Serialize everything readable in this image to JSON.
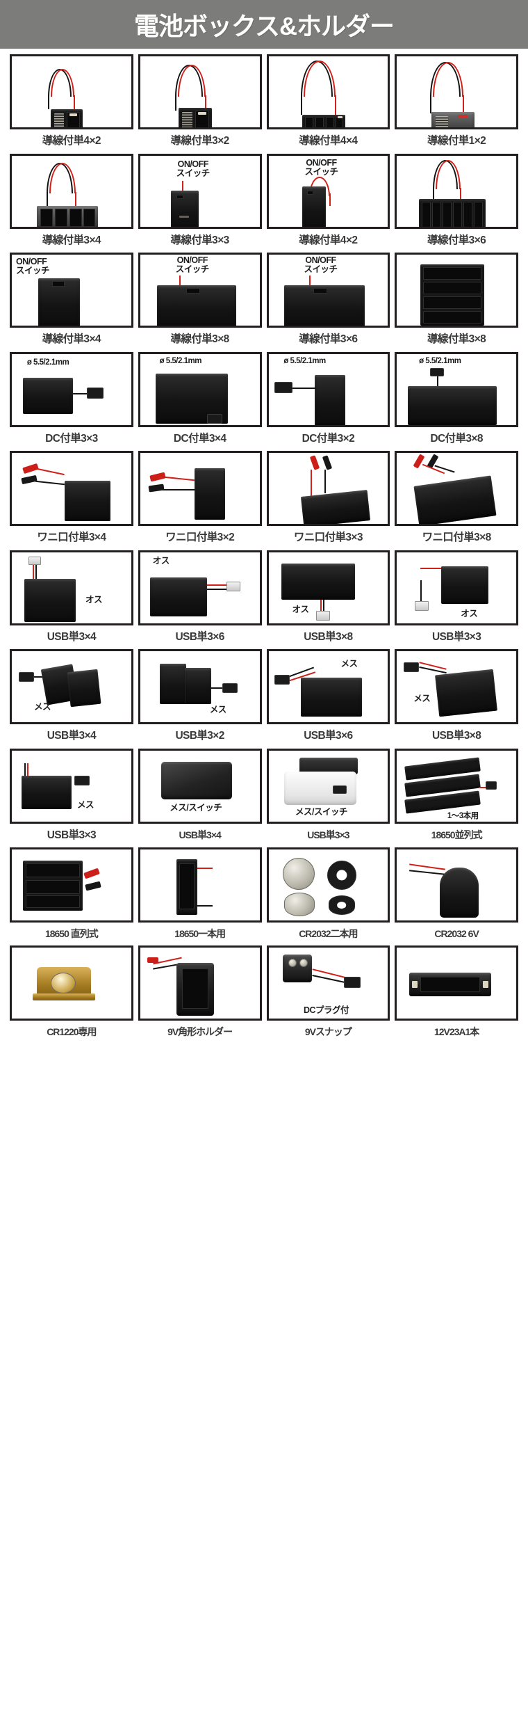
{
  "header": {
    "title": "電池ボックス&ホルダー",
    "background_color": "#7c7c7a",
    "text_color": "#ffffff"
  },
  "theme": {
    "page_background": "#ffffff",
    "cell_border_color": "#231f20",
    "caption_color": "#3a3a3a",
    "wire_red": "#d0201a",
    "wire_black": "#141414"
  },
  "grid": {
    "columns": 4,
    "rows": 13,
    "total_items": 52
  },
  "products": [
    {
      "id": 1,
      "label": "導線付単4×2",
      "row": 1,
      "col": 1,
      "art": "wired-box",
      "overlay": ""
    },
    {
      "id": 2,
      "label": "導線付単3×2",
      "row": 1,
      "col": 2,
      "art": "wired-box",
      "overlay": ""
    },
    {
      "id": 3,
      "label": "導線付単4×4",
      "row": 1,
      "col": 3,
      "art": "wired-box-wide",
      "overlay": ""
    },
    {
      "id": 4,
      "label": "導線付単1×2",
      "row": 1,
      "col": 4,
      "art": "wired-box-gray",
      "overlay": ""
    },
    {
      "id": 5,
      "label": "導線付単3×4",
      "row": 2,
      "col": 1,
      "art": "open-4cell",
      "overlay": ""
    },
    {
      "id": 6,
      "label": "導線付単3×3",
      "row": 2,
      "col": 2,
      "art": "switch-box-tall",
      "overlay": "ON/OFF\nスイッチ"
    },
    {
      "id": 7,
      "label": "導線付単4×2",
      "row": 2,
      "col": 3,
      "art": "switch-box-slim",
      "overlay": "ON/OFF\nスイッチ"
    },
    {
      "id": 8,
      "label": "導線付単3×6",
      "row": 2,
      "col": 4,
      "art": "open-6cell",
      "overlay": ""
    },
    {
      "id": 9,
      "label": "導線付単3×4",
      "row": 3,
      "col": 1,
      "art": "switch-flat",
      "overlay": "ON/OFF\nスイッチ"
    },
    {
      "id": 10,
      "label": "導線付単3×8",
      "row": 3,
      "col": 2,
      "art": "switch-wide",
      "overlay": "ON/OFF\nスイッチ"
    },
    {
      "id": 11,
      "label": "導線付単3×6",
      "row": 3,
      "col": 3,
      "art": "switch-wide",
      "overlay": "ON/OFF\nスイッチ"
    },
    {
      "id": 12,
      "label": "導線付単3×8",
      "row": 3,
      "col": 4,
      "art": "open-8cell",
      "overlay": ""
    },
    {
      "id": 13,
      "label": "DC付単3×3",
      "row": 4,
      "col": 1,
      "art": "dc-box",
      "overlay": "ø 5.5/2.1mm"
    },
    {
      "id": 14,
      "label": "DC付単3×4",
      "row": 4,
      "col": 2,
      "art": "dc-box-wide",
      "overlay": "ø 5.5/2.1mm"
    },
    {
      "id": 15,
      "label": "DC付単3×2",
      "row": 4,
      "col": 3,
      "art": "dc-box-slim",
      "overlay": "ø 5.5/2.1mm"
    },
    {
      "id": 16,
      "label": "DC付単3×8",
      "row": 4,
      "col": 4,
      "art": "dc-box-flat",
      "overlay": "ø 5.5/2.1mm"
    },
    {
      "id": 17,
      "label": "ワニ口付単3×4",
      "row": 5,
      "col": 1,
      "art": "clip-box",
      "overlay": ""
    },
    {
      "id": 18,
      "label": "ワニ口付単3×2",
      "row": 5,
      "col": 2,
      "art": "clip-box-2",
      "overlay": ""
    },
    {
      "id": 19,
      "label": "ワニ口付単3×3",
      "row": 5,
      "col": 3,
      "art": "clip-box-3",
      "overlay": ""
    },
    {
      "id": 20,
      "label": "ワニ口付単3×8",
      "row": 5,
      "col": 4,
      "art": "clip-box-flat",
      "overlay": ""
    },
    {
      "id": 21,
      "label": "USB単3×4",
      "row": 6,
      "col": 1,
      "art": "usb-male-a",
      "overlay": "オス"
    },
    {
      "id": 22,
      "label": "USB単3×6",
      "row": 6,
      "col": 2,
      "art": "usb-male-b",
      "overlay": "オス"
    },
    {
      "id": 23,
      "label": "USB単3×8",
      "row": 6,
      "col": 3,
      "art": "usb-male-c",
      "overlay": "オス"
    },
    {
      "id": 24,
      "label": "USB単3×3",
      "row": 6,
      "col": 4,
      "art": "usb-male-d",
      "overlay": "オス"
    },
    {
      "id": 25,
      "label": "USB単3×4",
      "row": 7,
      "col": 1,
      "art": "usb-female-a",
      "overlay": "メス"
    },
    {
      "id": 26,
      "label": "USB単3×2",
      "row": 7,
      "col": 2,
      "art": "usb-female-b",
      "overlay": "メス"
    },
    {
      "id": 27,
      "label": "USB単3×6",
      "row": 7,
      "col": 3,
      "art": "usb-female-c",
      "overlay": "メス"
    },
    {
      "id": 28,
      "label": "USB単3×8",
      "row": 7,
      "col": 4,
      "art": "usb-female-d",
      "overlay": "メス"
    },
    {
      "id": 29,
      "label": "USB単3×3",
      "row": 8,
      "col": 1,
      "art": "usb-female-e",
      "overlay": "メス"
    },
    {
      "id": 30,
      "label": "USB単3×4",
      "row": 8,
      "col": 2,
      "art": "usb-sw-dark",
      "overlay": "メス/スイッチ"
    },
    {
      "id": 31,
      "label": "USB単3×3",
      "row": 8,
      "col": 3,
      "art": "usb-sw-white",
      "overlay": "メス/スイッチ"
    },
    {
      "id": 32,
      "label": "18650並列式",
      "row": 8,
      "col": 4,
      "art": "holder-18650-par",
      "overlay": "1～3本用"
    },
    {
      "id": 33,
      "label": "18650 直列式",
      "row": 9,
      "col": 1,
      "art": "holder-18650-ser",
      "overlay": ""
    },
    {
      "id": 34,
      "label": "18650一本用",
      "row": 9,
      "col": 2,
      "art": "holder-18650-one",
      "overlay": ""
    },
    {
      "id": 35,
      "label": "CR2032二本用",
      "row": 9,
      "col": 3,
      "art": "cr2032-two",
      "overlay": ""
    },
    {
      "id": 36,
      "label": "CR2032 6V",
      "row": 9,
      "col": 4,
      "art": "cr2032-6v",
      "overlay": ""
    },
    {
      "id": 37,
      "label": "CR1220専用",
      "row": 10,
      "col": 1,
      "art": "cr1220",
      "overlay": ""
    },
    {
      "id": 38,
      "label": "9V角形ホルダー",
      "row": 10,
      "col": 2,
      "art": "holder-9v",
      "overlay": ""
    },
    {
      "id": 39,
      "label": "9Vスナップ",
      "row": 10,
      "col": 3,
      "art": "snap-9v",
      "overlay": "DCプラグ付"
    },
    {
      "id": 40,
      "label": "12V23A1本",
      "row": 10,
      "col": 4,
      "art": "holder-23a",
      "overlay": ""
    }
  ],
  "callouts": {
    "on_off_switch": "ON/OFF\nスイッチ",
    "dc_barrel": "ø 5.5/2.1mm",
    "male": "オス",
    "female": "メス",
    "female_switch": "メス/スイッチ",
    "one_to_three": "1～3本用",
    "dc_plug_included": "DCプラグ付"
  }
}
